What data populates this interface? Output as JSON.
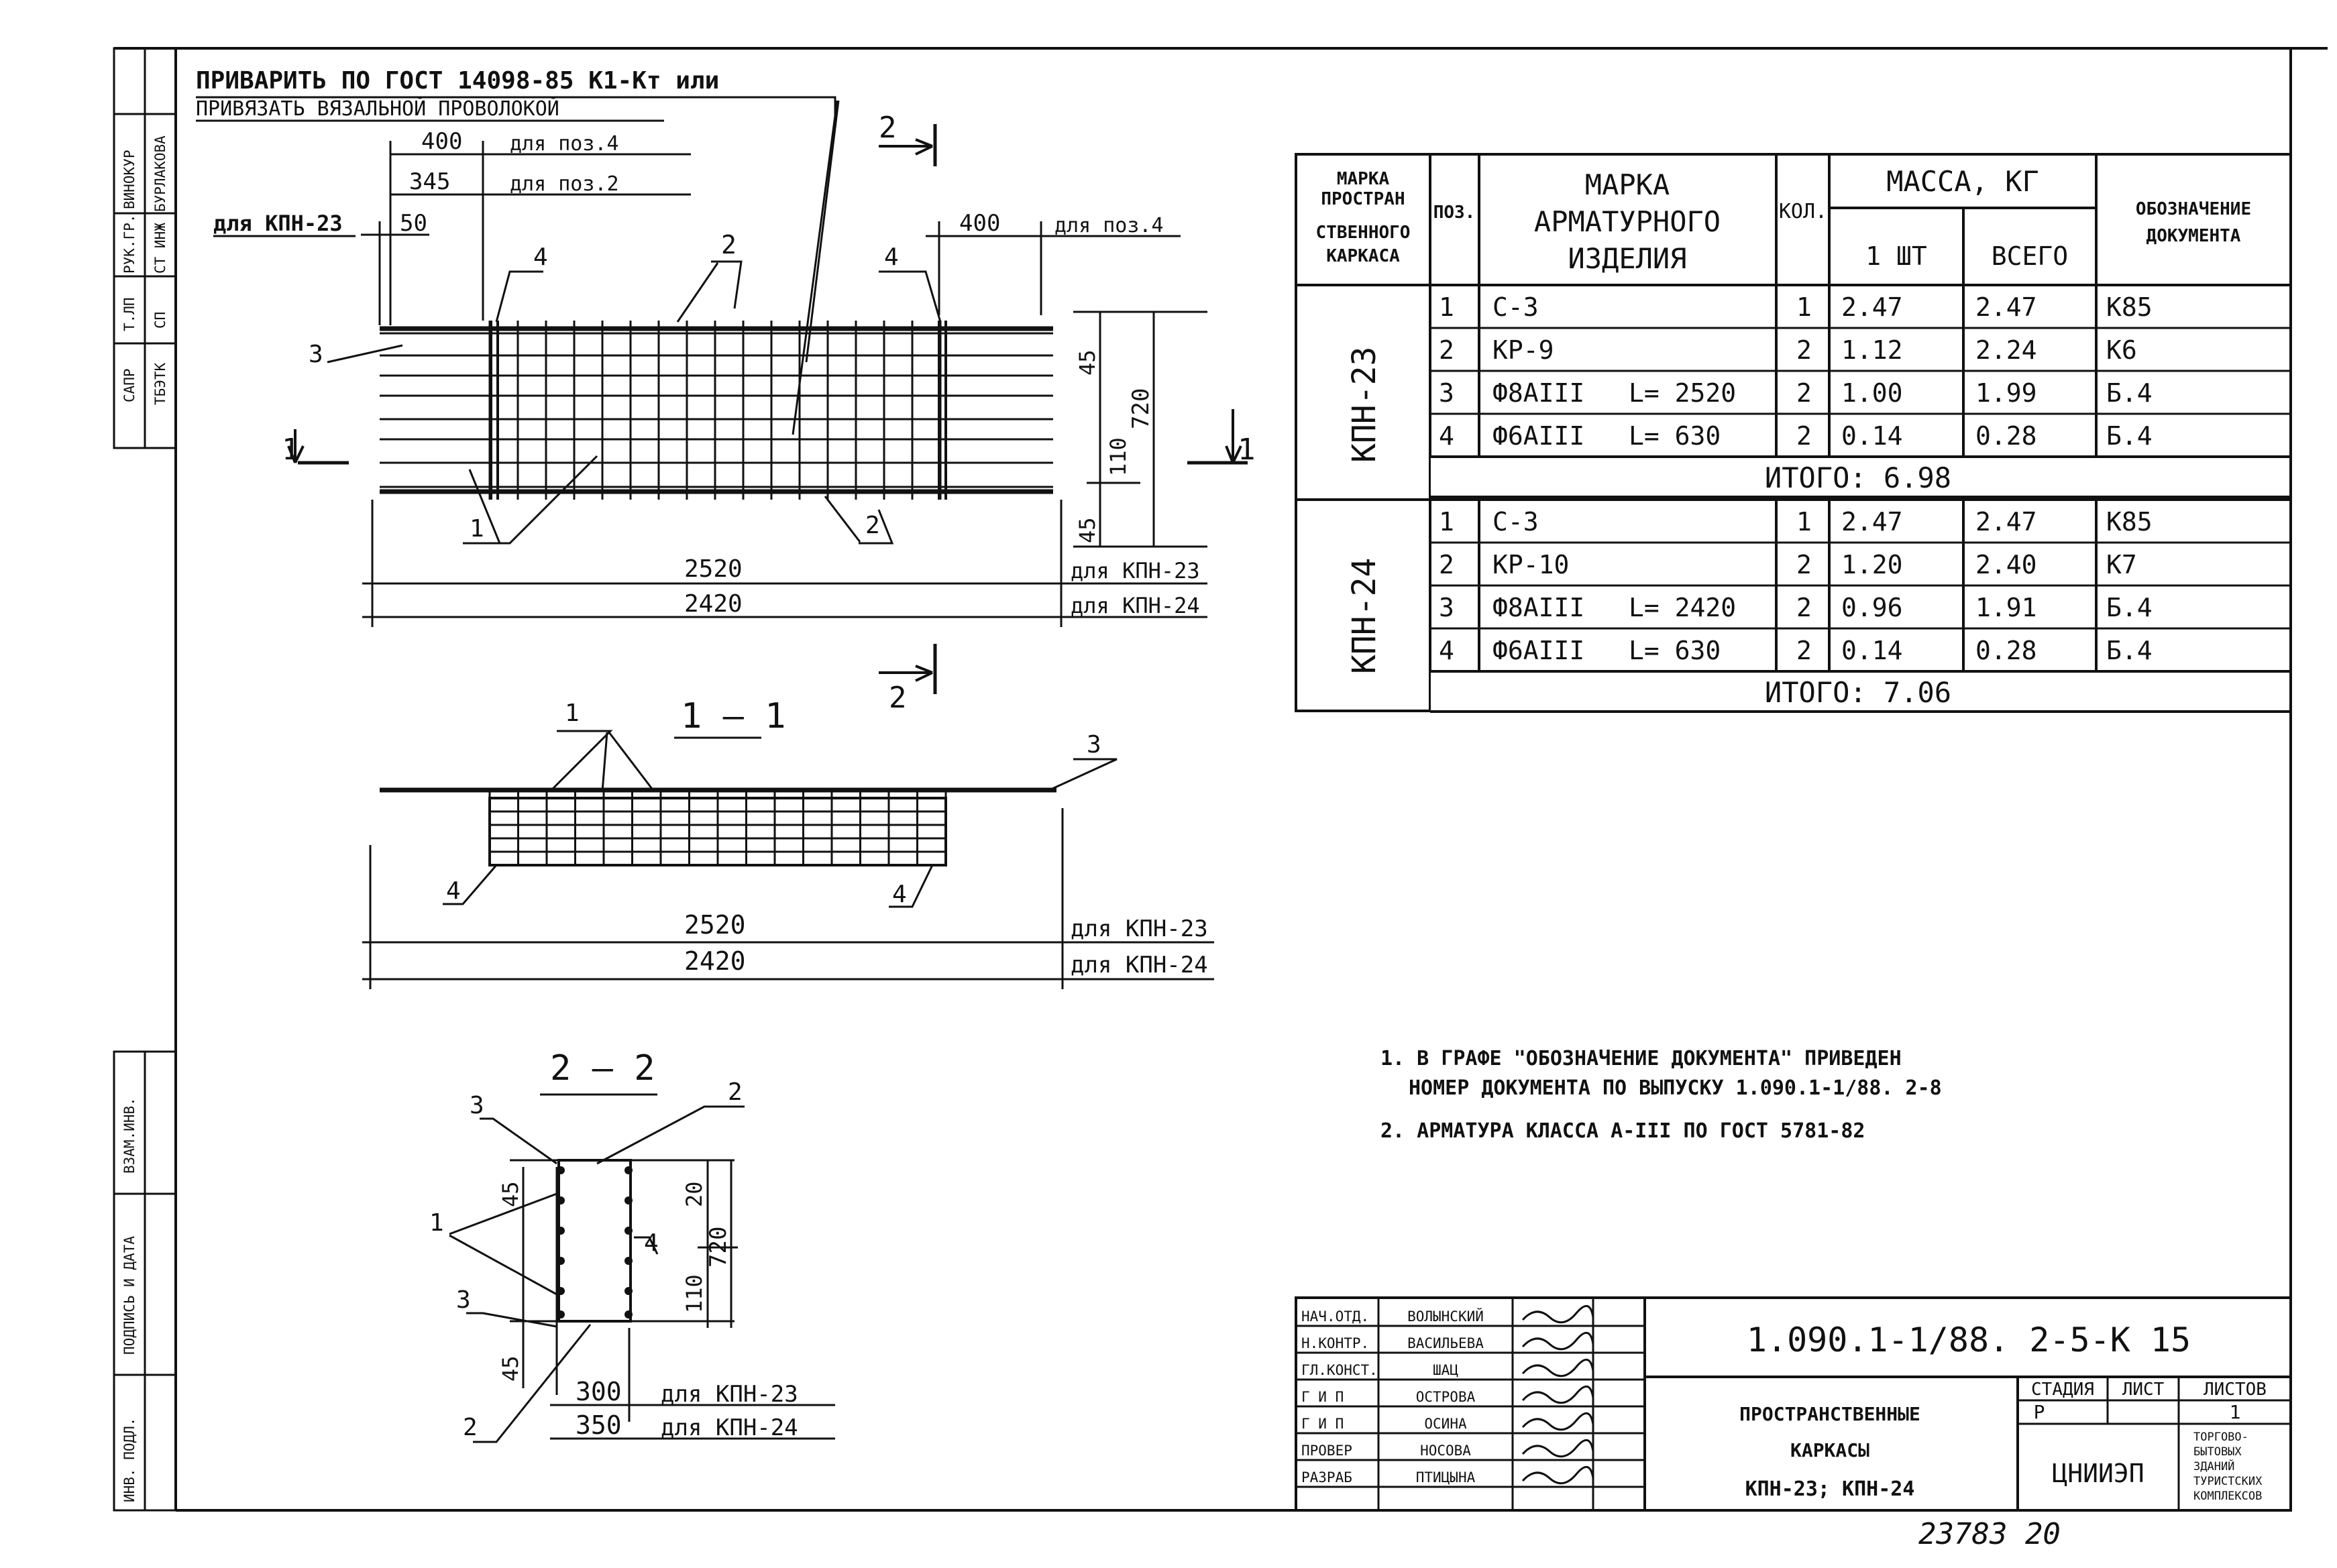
{
  "left_strip": {
    "top_cells": [
      {
        "role": "САПР",
        "name": "ТБЭТК"
      },
      {
        "role": "Т.ЛП",
        "name": "СП"
      },
      {
        "role": "РУК.ГР.",
        "name": "СТ ИНЖ"
      },
      {
        "role": "ВИНОКУР",
        "name": "БУРЛАКОВА"
      }
    ],
    "bottom_cells": [
      "ИНВ. ПОДЛ.",
      "ПОДПИСЬ И ДАТА",
      "ВЗАМ.ИНВ."
    ]
  },
  "weld_note": {
    "line1": "ПРИВАРИТЬ ПО ГОСТ 14098-85 К1-Кт   или",
    "line2": "ПРИВЯЗАТЬ ВЯЗАЛЬНОЙ ПРОВОЛОКОЙ"
  },
  "plan_view": {
    "dim_400_left": "400",
    "dim_400_left_note": "для поз.4",
    "dim_345": "345",
    "dim_345_note": "для поз.2",
    "dim_50_note": "для КПН-23",
    "dim_50": "50",
    "dim_400_right": "400",
    "dim_400_right_note": "для поз.4",
    "dim_45_top": "45",
    "dim_720": "720",
    "dim_110": "110",
    "dim_45_bottom": "45",
    "len_2520": "2520",
    "len_2520_note": "для КПН-23",
    "len_2420": "2420",
    "len_2420_note": "для КПН-24",
    "pos_1": "1",
    "pos_2": "2",
    "pos_3": "3",
    "pos_4": "4",
    "cut_1": "1",
    "cut_2": "2"
  },
  "section_1_1": {
    "title": "1 – 1",
    "pos_1": "1",
    "pos_3": "3",
    "pos_4": "4",
    "len_2520": "2520",
    "len_2520_note": "для КПН-23",
    "len_2420": "2420",
    "len_2420_note": "для КПН-24"
  },
  "section_2_2": {
    "title": "2 – 2",
    "pos_1": "1",
    "pos_2": "2",
    "pos_3": "3",
    "pos_4": "4",
    "dim_45": "45",
    "dim_20": "20",
    "dim_720": "720",
    "dim_110": "110",
    "w_300": "300",
    "w_300_note": "для КПН-23",
    "w_350": "350",
    "w_350_note": "для КПН-24"
  },
  "spec_table": {
    "headers": {
      "frame_mark": [
        "МАРКА",
        "ПРОСТРАН",
        "СТВЕННОГО",
        "КАРКАСА"
      ],
      "pos": "ПОЗ.",
      "item_mark": [
        "МАРКА",
        "АРМАТУРНОГО",
        "ИЗДЕЛИЯ"
      ],
      "qty": "КОЛ.",
      "mass": "МАССА, КГ",
      "mass_one": "1 ШТ",
      "mass_total": "ВСЕГО",
      "doc": [
        "ОБОЗНАЧЕНИЕ",
        "ДОКУМЕНТА"
      ]
    },
    "groups": [
      {
        "frame": "КПН-23",
        "rows": [
          {
            "pos": "1",
            "item": "С-3",
            "len": "",
            "qty": "1",
            "one": "2.47",
            "total": "2.47",
            "doc": "К85"
          },
          {
            "pos": "2",
            "item": "КР-9",
            "len": "",
            "qty": "2",
            "one": "1.12",
            "total": "2.24",
            "doc": "К6"
          },
          {
            "pos": "3",
            "item": "Ф8АIII",
            "len": "L= 2520",
            "qty": "2",
            "one": "1.00",
            "total": "1.99",
            "doc": "Б.4"
          },
          {
            "pos": "4",
            "item": "Ф6АIII",
            "len": "L= 630",
            "qty": "2",
            "one": "0.14",
            "total": "0.28",
            "doc": "Б.4"
          }
        ],
        "total": "ИТОГО:  6.98"
      },
      {
        "frame": "КПН-24",
        "rows": [
          {
            "pos": "1",
            "item": "С-3",
            "len": "",
            "qty": "1",
            "one": "2.47",
            "total": "2.47",
            "doc": "К85"
          },
          {
            "pos": "2",
            "item": "КР-10",
            "len": "",
            "qty": "2",
            "one": "1.20",
            "total": "2.40",
            "doc": "К7"
          },
          {
            "pos": "3",
            "item": "Ф8АIII",
            "len": "L= 2420",
            "qty": "2",
            "one": "0.96",
            "total": "1.91",
            "doc": "Б.4"
          },
          {
            "pos": "4",
            "item": "Ф6АIII",
            "len": "L= 630",
            "qty": "2",
            "one": "0.14",
            "total": "0.28",
            "doc": "Б.4"
          }
        ],
        "total": "ИТОГО:  7.06"
      }
    ]
  },
  "notes": [
    "1. В ГРАФЕ \"ОБОЗНАЧЕНИЕ ДОКУМЕНТА\"  ПРИВЕДЕН",
    "НОМЕР ДОКУМЕНТА ПО ВЫПУСКУ 1.090.1-1/88. 2-8",
    "2. АРМАТУРА КЛАССА А-III  ПО ГОСТ 5781-82"
  ],
  "title_block": {
    "doc_code": "1.090.1-1/88. 2-5-К 15",
    "staff": [
      {
        "role": "НАЧ.ОТД.",
        "name": "ВОЛЫНСКИЙ"
      },
      {
        "role": "Н.КОНТР.",
        "name": "ВАСИЛЬЕВА"
      },
      {
        "role": "ГЛ.КОНСТ.",
        "name": "ШАЦ"
      },
      {
        "role": "Г И П",
        "name": "ОСТРОВА"
      },
      {
        "role": "Г И П",
        "name": "ОСИНА"
      },
      {
        "role": "ПРОВЕР",
        "name": "НОСОВА"
      },
      {
        "role": "РАЗРАБ",
        "name": "ПТИЦЫНА"
      }
    ],
    "title_lines": [
      "ПРОСТРАНСТВЕННЫЕ",
      "КАРКАСЫ",
      "КПН-23; КПН-24"
    ],
    "stage_label": "СТАДИЯ",
    "sheet_label": "ЛИСТ",
    "sheets_label": "ЛИСТОВ",
    "stage": "Р",
    "sheet": "",
    "sheets": "1",
    "org": "ЦНИИЭП",
    "org_sub": [
      "ТОРГОВО-",
      "БЫТОВЫХ",
      "ЗДАНИЙ",
      "ТУРИСТСКИХ",
      "КОМПЛЕКСОВ"
    ]
  },
  "archive_number": "23783  20"
}
